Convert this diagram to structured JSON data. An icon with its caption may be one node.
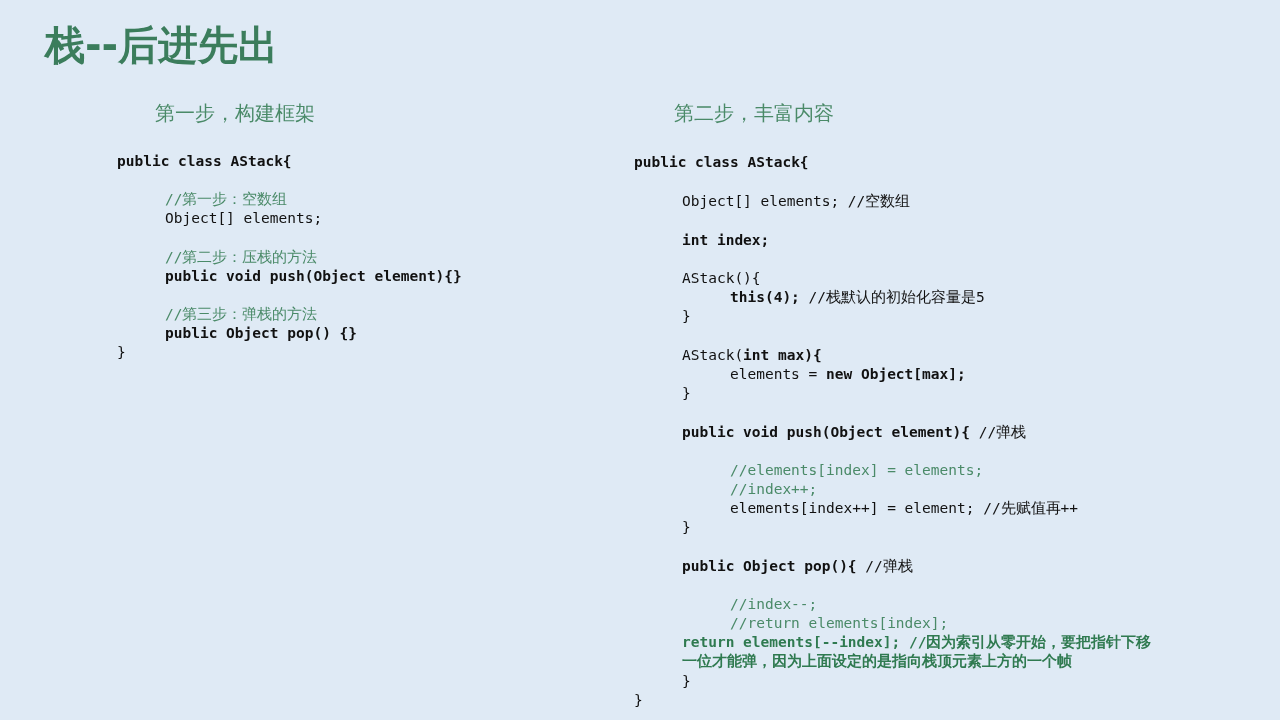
{
  "diagram": {
    "title": "栈--后进先出",
    "labels": [
      "第一步，构建框架",
      "第二步，丰富内容",
      "public class AStack{",
      "//第一步：空数组",
      "Object[] elements;",
      "//第二步：压栈的方法",
      "public void push(Object element){}",
      "//第三步：弹栈的方法",
      "public Object pop() {}",
      "}",
      "public class AStack{",
      "Object[] elements; //空数组",
      "int index;",
      "AStack(){",
      "**this(4);** //栈默认的初始化容量是5",
      "}",
      "AStack(**int max){**",
      "elements = **new Object[max];**",
      "}",
      "**public void push(Object element){** //弹栈",
      "//elements[index] = elements;",
      "//index++;",
      "elements[index++] = element; //先赋值再++",
      "}",
      "**public Object pop(){** //弹栈",
      "//index--;",
      "//return elements[index];",
      "return elements[--index]; //因为索引从零开始，要把指针下移一位才能弹，因为上面设定的是指向栈顶元素上方的一个帧",
      "}",
      "}"
    ]
  }
}
